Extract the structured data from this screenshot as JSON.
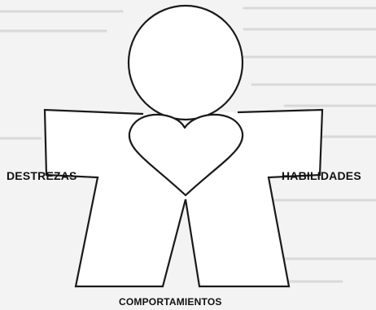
{
  "diagram": {
    "labels": {
      "left": "DESTREZAS",
      "right": "HABILIDADES",
      "bottom": "COMPORTAMIENTOS"
    },
    "colors": {
      "background": "#f3f3f3",
      "stroke": "#1a1a1a",
      "fill": "#ffffff",
      "text": "#111111"
    }
  }
}
